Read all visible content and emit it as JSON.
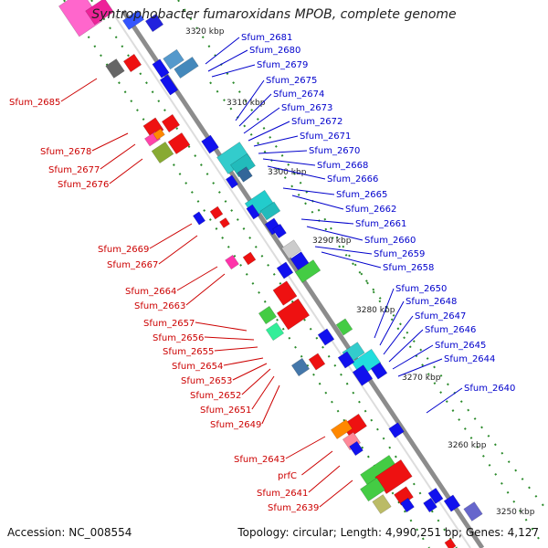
{
  "title": "Syntrophobacter fumaroxidans MPOB, complete genome",
  "accession": "Accession: NC_008554",
  "topology": "Topology: circular; Length: 4,990,251 bp; Genes: 4,127",
  "colors": {
    "forward_label": "#cc0000",
    "reverse_label": "#0000cc",
    "backbone": "#8c8c8c",
    "tick": "#2a8a2a"
  },
  "scale_labels": [
    "3320 kbp",
    "3310 kbp",
    "3300 kbp",
    "3290 kbp",
    "3280 kbp",
    "3270 kbp",
    "3260 kbp",
    "3250 kbp"
  ],
  "reverse_genes": [
    "Sfum_2681",
    "Sfum_2680",
    "Sfum_2679",
    "Sfum_2675",
    "Sfum_2674",
    "Sfum_2673",
    "Sfum_2672",
    "Sfum_2671",
    "Sfum_2670",
    "Sfum_2668",
    "Sfum_2666",
    "Sfum_2665",
    "Sfum_2662",
    "Sfum_2661",
    "Sfum_2660",
    "Sfum_2659",
    "Sfum_2658",
    "Sfum_2650",
    "Sfum_2648",
    "Sfum_2647",
    "Sfum_2646",
    "Sfum_2645",
    "Sfum_2644",
    "Sfum_2640"
  ],
  "forward_genes": [
    "Sfum_2685",
    "Sfum_2678",
    "Sfum_2677",
    "Sfum_2676",
    "Sfum_2669",
    "Sfum_2667",
    "Sfum_2664",
    "Sfum_2663",
    "Sfum_2657",
    "Sfum_2656",
    "Sfum_2655",
    "Sfum_2654",
    "Sfum_2653",
    "Sfum_2652",
    "Sfum_2651",
    "Sfum_2649",
    "Sfum_2643",
    "prfC",
    "Sfum_2641",
    "Sfum_2639"
  ]
}
